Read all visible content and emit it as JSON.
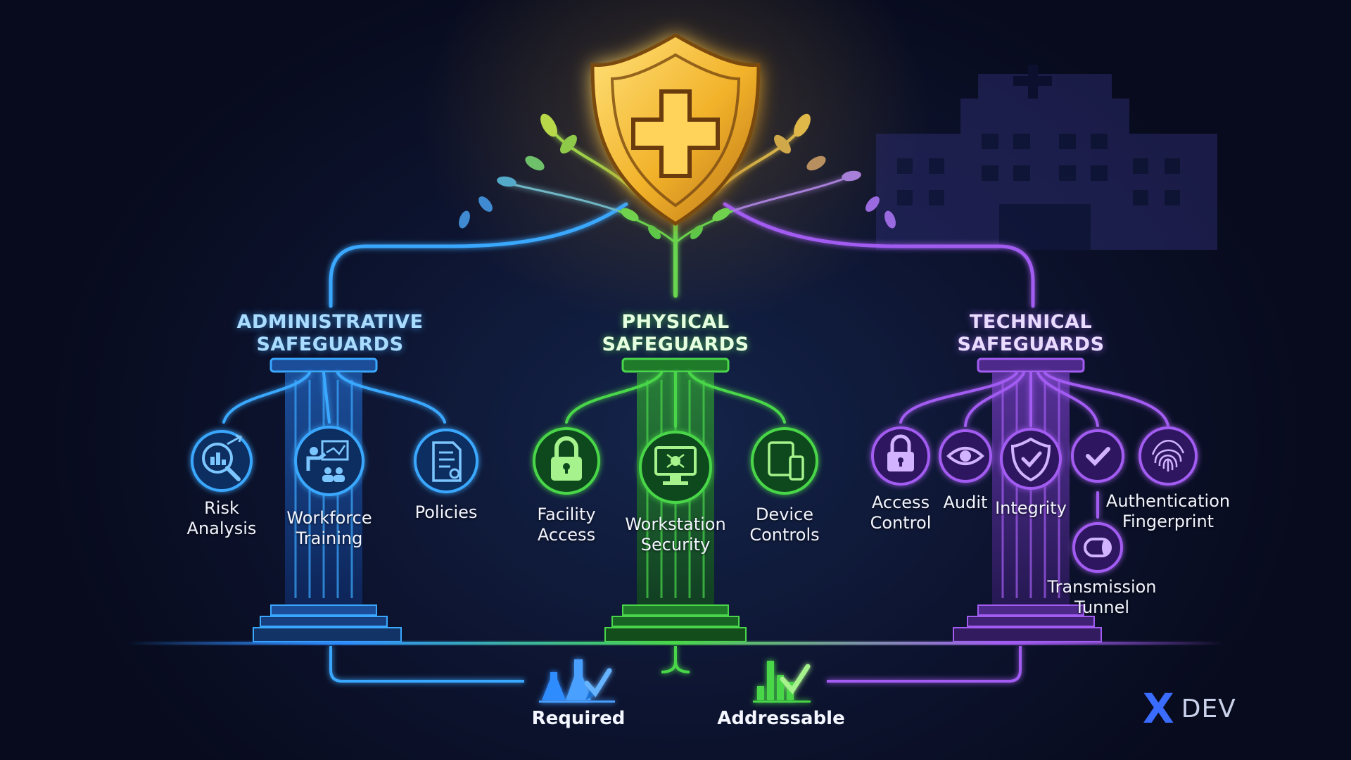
{
  "colors": {
    "administrative": "#3aa8ff",
    "physical": "#49d64a",
    "technical": "#a35cf2",
    "shield": "#f2c33a"
  },
  "pillars": [
    {
      "id": "administrative",
      "title_line1": "ADMINISTRATIVE",
      "title_line2": "SAFEGUARDS",
      "items": [
        {
          "icon": "risk-analysis-icon",
          "line1": "Risk",
          "line2": "Analysis"
        },
        {
          "icon": "workforce-training-icon",
          "line1": "Workforce",
          "line2": "Training"
        },
        {
          "icon": "policies-icon",
          "line1": "Policies",
          "line2": ""
        }
      ]
    },
    {
      "id": "physical",
      "title_line1": "PHYSICAL",
      "title_line2": "SAFEGUARDS",
      "items": [
        {
          "icon": "padlock-icon",
          "line1": "Facility",
          "line2": "Access"
        },
        {
          "icon": "monitor-icon",
          "line1": "Workstation",
          "line2": "Security"
        },
        {
          "icon": "devices-icon",
          "line1": "Device",
          "line2": "Controls"
        }
      ]
    },
    {
      "id": "technical",
      "title_line1": "TECHNICAL",
      "title_line2": "SAFEGUARDS",
      "items": [
        {
          "icon": "padlock-icon",
          "line1": "Access",
          "line2": "Control"
        },
        {
          "icon": "eye-icon",
          "line1": "Audit",
          "line2": ""
        },
        {
          "icon": "shield-check-icon",
          "line1": "Integrity",
          "line2": ""
        },
        {
          "icon": "checkmark-icon",
          "line1": "",
          "line2": ""
        },
        {
          "icon": "fingerprint-icon",
          "line1": "Authentication",
          "line2": "Fingerprint"
        },
        {
          "icon": "tunnel-icon",
          "line1": "Transmission",
          "line2": "Tunnel"
        }
      ]
    }
  ],
  "legend": {
    "required": {
      "icon": "flask-check-icon",
      "label": "Required"
    },
    "addressable": {
      "icon": "bar-check-icon",
      "label": "Addressable"
    }
  },
  "logo": {
    "mark": "X",
    "text": "DEV"
  }
}
